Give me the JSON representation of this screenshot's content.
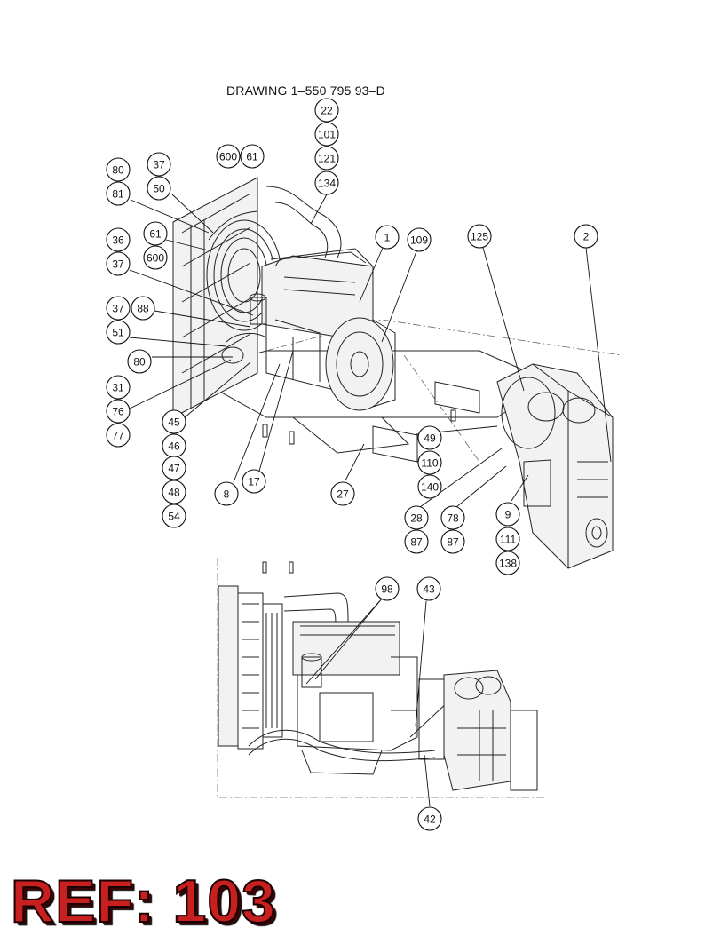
{
  "header": {
    "title": "DRAWING 1–550 795 93–D"
  },
  "footer": {
    "reference": "REF: 103"
  },
  "colors": {
    "reference_text": "#c8201e",
    "line_art": "#222222"
  },
  "callouts": [
    "22",
    "101",
    "121",
    "134",
    "600",
    "61",
    "37",
    "80",
    "50",
    "81",
    "61",
    "600",
    "36",
    "37",
    "37",
    "88",
    "51",
    "80",
    "31",
    "76",
    "77",
    "45",
    "46",
    "47",
    "48",
    "54",
    "8",
    "17",
    "27",
    "1",
    "109",
    "125",
    "2",
    "49",
    "110",
    "140",
    "28",
    "87",
    "78",
    "87",
    "9",
    "111",
    "138",
    "98",
    "43",
    "42"
  ]
}
